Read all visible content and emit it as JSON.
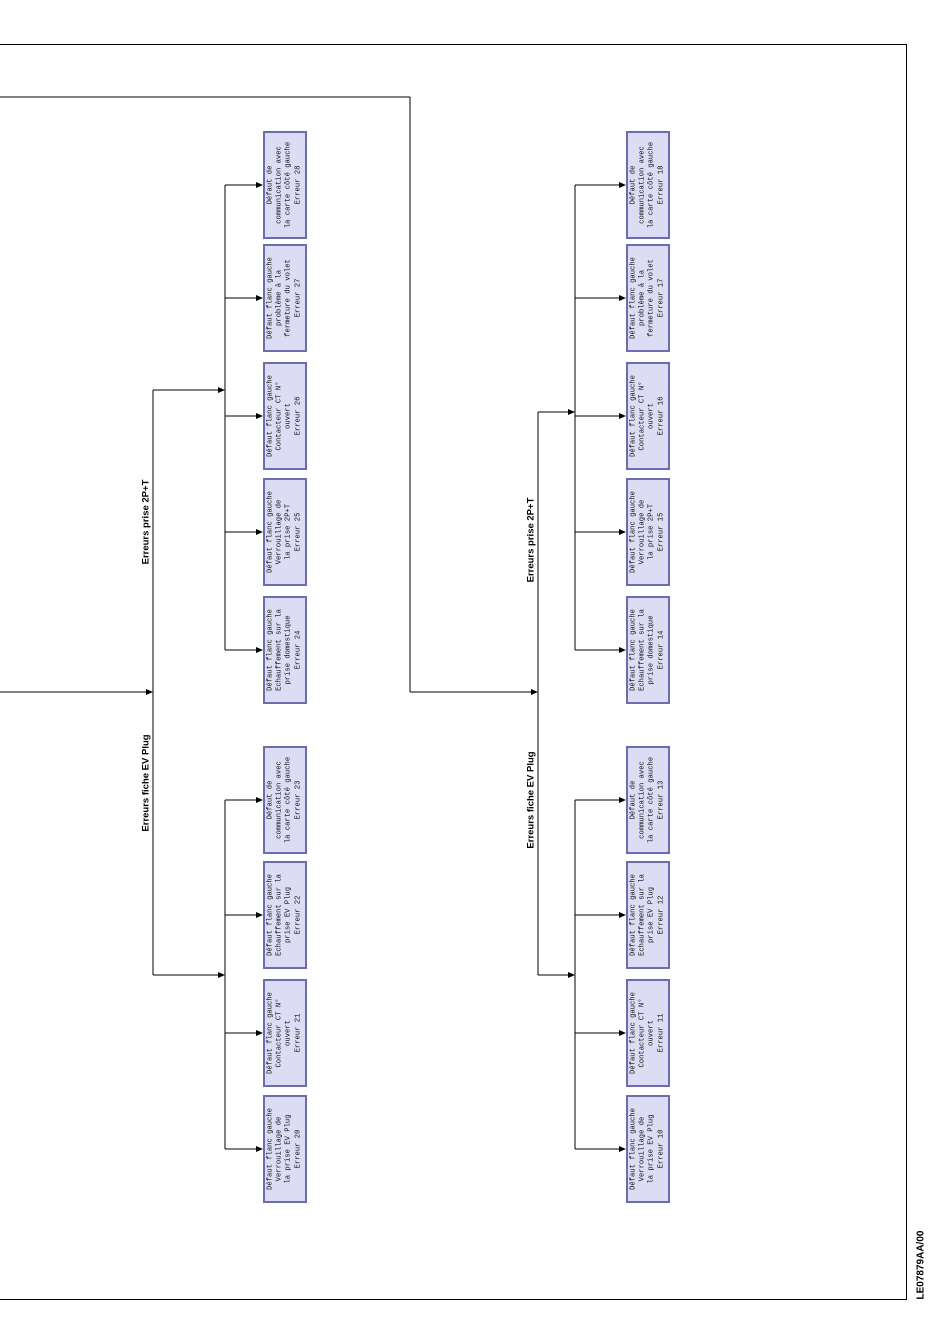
{
  "document_ref": "LE07879AA/00",
  "groups": [
    {
      "branches": [
        {
          "label": "Erreurs prise 2P+T",
          "boxes": [
            {
              "text": "Défaut de\ncommunication avec\nla carte côté gauche\nErreur 28"
            },
            {
              "text": "Défaut flanc gauche\nproblème à la\nfermeture du volet\nErreur 27"
            },
            {
              "text": "Défaut flanc gauche\nContacteur CT N°\nouvert\nErreur 26"
            },
            {
              "text": "Défaut flanc gauche\nVerrouillage de\nla prise 2P+T\nErreur 25"
            },
            {
              "text": "Défaut flanc gauche\nEchauffement sur la\nprise domestique\nErreur 24"
            }
          ]
        },
        {
          "label": "Erreurs fiche EV Plug",
          "boxes": [
            {
              "text": "Défaut de\ncommunication avec\nla carte côté gauche\nErreur 23"
            },
            {
              "text": "Défaut flanc gauche\nEchauffement sur la\nprise EV Plug\nErreur 22"
            },
            {
              "text": "Défaut flanc gauche\nContacteur CT N°\nouvert\nErreur 21"
            },
            {
              "text": "Défaut flanc gauche\nVerrouillage de\nla prise EV Plug\nErreur 20"
            }
          ]
        }
      ]
    },
    {
      "branches": [
        {
          "label": "Erreurs prise 2P+T",
          "boxes": [
            {
              "text": "Défaut de\ncommunication avec\nla carte côté gauche\nErreur 18"
            },
            {
              "text": "Défaut flanc gauche\nproblème à la\nfermeture du volet\nErreur 17"
            },
            {
              "text": "Défaut flanc gauche\nContacteur CT N°\nouvert\nErreur 16"
            },
            {
              "text": "Défaut flanc gauche\nVerrouillage de\nla prise 2P+T\nErreur 15"
            },
            {
              "text": "Défaut flanc gauche\nEchauffement sur la\nprise domestique\nErreur 14"
            }
          ]
        },
        {
          "label": "Erreurs fiche EV Plug",
          "boxes": [
            {
              "text": "Défaut de\ncommunication avec\nla carte côté gauche\nErreur 13"
            },
            {
              "text": "Défaut flanc gauche\nEchauffement sur la\nprise EV Plug\nErreur 12"
            },
            {
              "text": "Défaut flanc gauche\nContacteur CT N°\nouvert\nErreur 11"
            },
            {
              "text": "Défaut flanc gauche\nVerrouillage de\nla prise EV Plug\nErreur 10"
            }
          ]
        }
      ]
    }
  ]
}
